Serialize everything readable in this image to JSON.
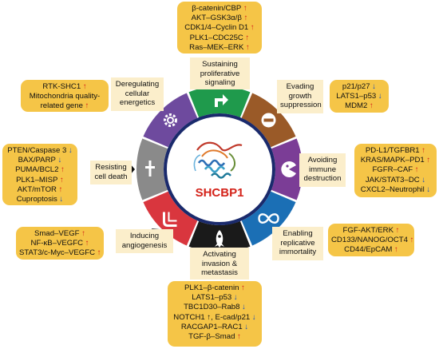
{
  "center": {
    "title": "SHCBP1"
  },
  "hallmarks": [
    {
      "id": "sustaining",
      "lines": [
        "Sustaining",
        "proliferative",
        "signaling"
      ],
      "color": "#1f9a4c",
      "icon": "arrow-turn-icon"
    },
    {
      "id": "evading",
      "lines": [
        "Evading",
        "growth",
        "suppression"
      ],
      "color": "#9a5a28",
      "icon": "no-entry-icon"
    },
    {
      "id": "avoiding",
      "lines": [
        "Avoiding",
        "immune",
        "destruction"
      ],
      "color": "#7b3d96",
      "icon": "pacman-icon"
    },
    {
      "id": "enabling",
      "lines": [
        "Enabling",
        "replicative",
        "immortality"
      ],
      "color": "#1b6fb5",
      "icon": "infinity-icon"
    },
    {
      "id": "activating",
      "lines": [
        "Activating",
        "invasion &",
        "metastasis"
      ],
      "color": "#1a1a1a",
      "icon": "rocket-icon"
    },
    {
      "id": "inducing",
      "lines": [
        "Inducing",
        "angiogenesis"
      ],
      "color": "#d9363e",
      "icon": "vessel-icon"
    },
    {
      "id": "resisting",
      "lines": [
        "Resisting",
        "cell death"
      ],
      "color": "#8a8a8a",
      "icon": "dagger-icon"
    },
    {
      "id": "deregulating",
      "lines": [
        "Deregulating",
        "cellular",
        "energetics"
      ],
      "color": "#6e4a9e",
      "icon": "gear-icon"
    }
  ],
  "boxes": {
    "sustaining": [
      {
        "text": "β-catenin/CBP",
        "arrow": "↑",
        "dir": "up"
      },
      {
        "text": "AKT–GSK3α/β",
        "arrow": "↑",
        "dir": "up"
      },
      {
        "text": "CDK1/4–Cyclin D1",
        "arrow": "↑",
        "dir": "up"
      },
      {
        "text": "PLK1–CDC25C",
        "arrow": "↑",
        "dir": "up"
      },
      {
        "text": "Ras–MEK–ERK",
        "arrow": "↑",
        "dir": "up"
      }
    ],
    "deregulating": [
      {
        "text": "RTK-SHC1",
        "arrow": "↑",
        "dir": "up"
      },
      {
        "text": "Mitochondria quality-",
        "arrow": "",
        "dir": ""
      },
      {
        "text": "related gene",
        "arrow": "↑",
        "dir": "up"
      }
    ],
    "evading": [
      {
        "text": "p21/p27",
        "arrow": "↓",
        "dir": "down"
      },
      {
        "text": "LATS1–p53",
        "arrow": "↓",
        "dir": "down"
      },
      {
        "text": "MDM2",
        "arrow": "↑",
        "dir": "up"
      }
    ],
    "resisting": [
      {
        "text": "PTEN/Caspase 3",
        "arrow": "↓",
        "dir": "down"
      },
      {
        "text": "BAX/PARP",
        "arrow": "↓",
        "dir": "down"
      },
      {
        "text": "PUMA/BCL2",
        "arrow": "↑",
        "dir": "up"
      },
      {
        "text": "PLK1–MISP",
        "arrow": "↑",
        "dir": "up"
      },
      {
        "text": "AKT/mTOR",
        "arrow": "↑",
        "dir": "up"
      },
      {
        "text": "Cuproptosis",
        "arrow": "↓",
        "dir": "down"
      }
    ],
    "avoiding": [
      {
        "text": "PD-L1/TGFBR1",
        "arrow": "↑",
        "dir": "up"
      },
      {
        "text": "KRAS/MAPK–PD1",
        "arrow": "↑",
        "dir": "up"
      },
      {
        "text": "FGFR–CAF",
        "arrow": "↑",
        "dir": "up"
      },
      {
        "text": "JAK/STAT3–DC",
        "arrow": "↓",
        "dir": "down"
      },
      {
        "text": "CXCL2–Neutrophil",
        "arrow": "↓",
        "dir": "down"
      }
    ],
    "inducing": [
      {
        "text": "Smad–VEGF",
        "arrow": "↑",
        "dir": "up"
      },
      {
        "text": "NF-κB–VEGFC",
        "arrow": "↑",
        "dir": "up"
      },
      {
        "text": "STAT3/c-Myc–VEGFC",
        "arrow": "↑",
        "dir": "up"
      }
    ],
    "enabling": [
      {
        "text": "FGF-AKT/ERK",
        "arrow": "↑",
        "dir": "up"
      },
      {
        "text": "CD133/NANOG/OCT4",
        "arrow": "↑",
        "dir": "up"
      },
      {
        "text": "CD44/EpCAM",
        "arrow": "↑",
        "dir": "up"
      }
    ],
    "activating": [
      {
        "text": "PLK1–β-catenin",
        "arrow": "↑",
        "dir": "up"
      },
      {
        "text": "LATS1–p53",
        "arrow": "↓",
        "dir": "down"
      },
      {
        "text": "TBC1D30–Rab8",
        "arrow": "↓",
        "dir": "down"
      },
      {
        "text": "NOTCH1 ↑, E-cad/p21",
        "arrow": "↓",
        "dir": "down"
      },
      {
        "text": "RACGAP1–RAC1",
        "arrow": "↓",
        "dir": "down"
      },
      {
        "text": "TGF-β–Smad",
        "arrow": "↑",
        "dir": "up"
      }
    ]
  },
  "colors": {
    "box": "#f5c547",
    "label": "#fbeecb",
    "up": "#d4231a",
    "down": "#1c4fb8",
    "ring": "#1a2a6c"
  }
}
